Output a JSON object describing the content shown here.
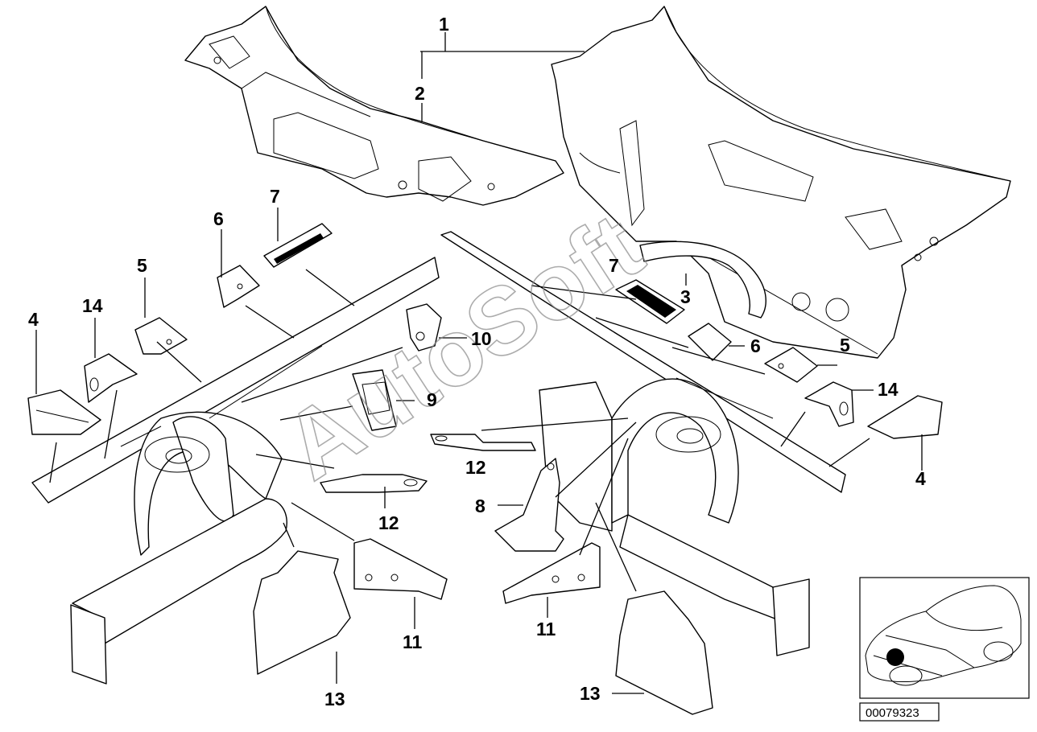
{
  "callouts": {
    "c1": "1",
    "c2": "2",
    "c3": "3",
    "c4_left": "4",
    "c4_right": "4",
    "c5_left": "5",
    "c5_right": "5",
    "c6_left": "6",
    "c6_right": "6",
    "c7_left": "7",
    "c7_right": "7",
    "c8": "8",
    "c9": "9",
    "c10": "10",
    "c11_left": "11",
    "c11_right": "11",
    "c12_left": "12",
    "c12_right": "12",
    "c13_left": "13",
    "c13_right": "13",
    "c14_left": "14",
    "c14_right": "14"
  },
  "watermark": "AutoSoft",
  "diagram_code": "00079323",
  "colors": {
    "line": "#000000",
    "background": "#ffffff",
    "watermark": "#8a8a8a"
  }
}
